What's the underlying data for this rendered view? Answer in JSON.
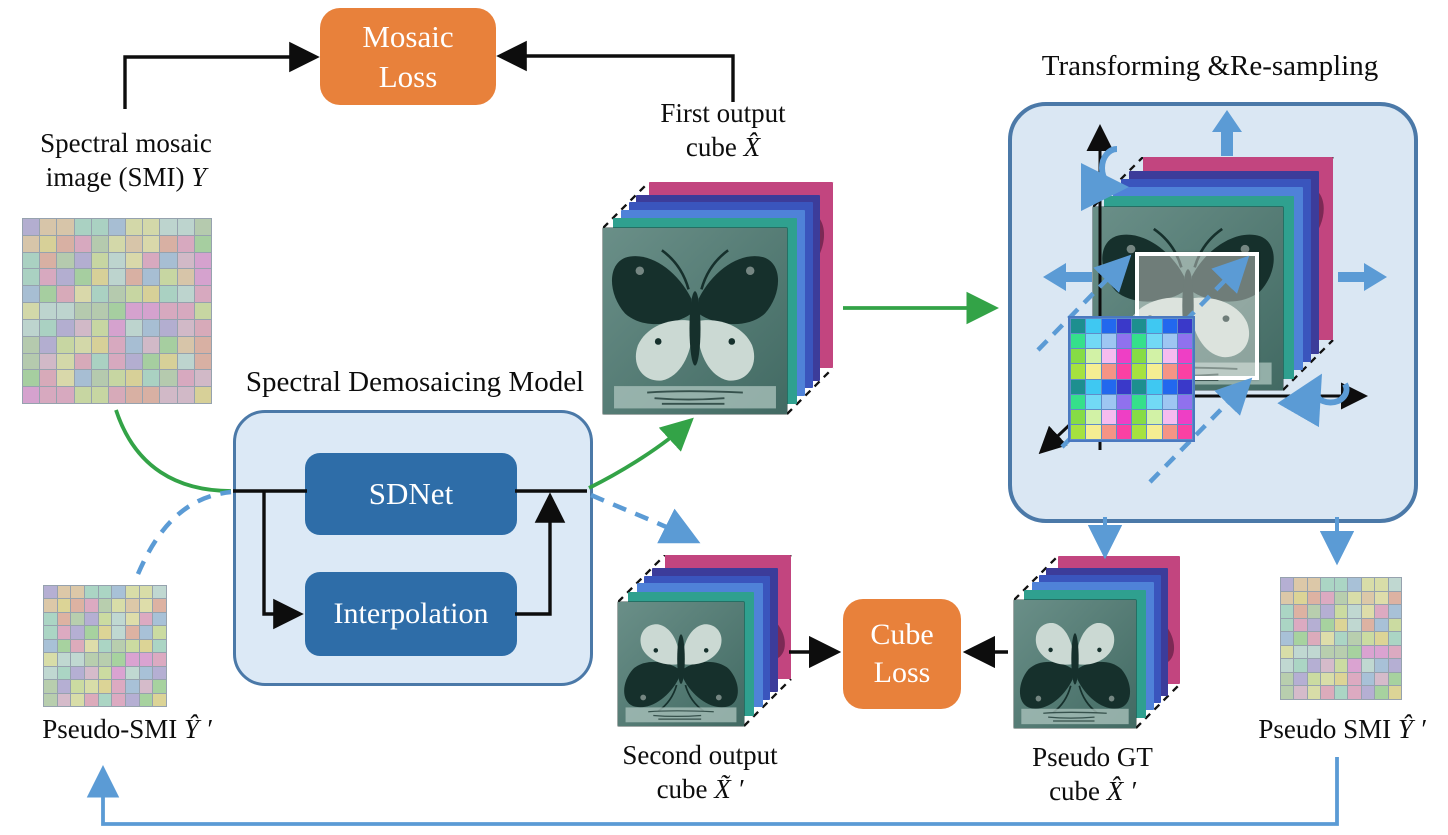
{
  "figure": {
    "labels": {
      "smi": {
        "line1": "Spectral mosaic",
        "line2": "image (SMI) ",
        "math": "Y"
      },
      "first_cube": {
        "line1": "First output",
        "line2": "cube ",
        "math": "X̂"
      },
      "second_cube": {
        "line1": "Second output",
        "line2": "cube ",
        "math": "X̃ ′"
      },
      "pseudo_gt": {
        "line1": "Pseudo GT",
        "line2": "cube ",
        "math": "X̂ ′"
      },
      "pseudo_smi_left": {
        "text": "Pseudo-SMI ",
        "math": "Ŷ ′"
      },
      "pseudo_smi_right": {
        "text": "Pseudo SMI ",
        "math": "Ŷ ′"
      },
      "model_title": "Spectral Demosaicing Model",
      "transform_title": "Transforming &Re-sampling"
    },
    "boxes": {
      "mosaic_loss": {
        "line1": "Mosaic",
        "line2": "Loss"
      },
      "cube_loss": {
        "line1": "Cube",
        "line2": "Loss"
      },
      "sdnet": "SDNet",
      "interpolation": "Interpolation"
    },
    "colors": {
      "loss_box": "#E8813B",
      "net_box": "#2E6DA8",
      "panel_fill": "#DCE9F6",
      "panel_border": "#4B79A8",
      "arrow_green": "#33A347",
      "arrow_blue": "#5B9BD5",
      "arrow_black": "#0d0d0d",
      "cube_layers_back_to_front": [
        "#C2457F",
        "#3C3C9A",
        "#3A55BD",
        "#4F82D8",
        "#2FA08F"
      ]
    },
    "palettes": {
      "bright_mosaic": [
        "#1D8F8F",
        "#3FC8F2",
        "#2268EE",
        "#3A39C9",
        "#35E08B",
        "#72D9F5",
        "#9EC6F2",
        "#9071EE",
        "#86DC45",
        "#D2F2A6",
        "#F6BCEF",
        "#EE3FC5",
        "#A6E23F",
        "#F5EE92",
        "#F59485",
        "#FA41A3"
      ],
      "pastel_mosaic": [
        "#C2DCAE",
        "#AECBE3",
        "#BFB3DE",
        "#E9C3D2",
        "#DCEC9C",
        "#ACE19A",
        "#EDEFA6",
        "#F2D4A6",
        "#F2E48E",
        "#F2AEBE",
        "#EFA3DB",
        "#CDE9DB",
        "#B2E5CB",
        "#F5EFA8",
        "#F3B79E",
        "#F2ACC6"
      ]
    }
  }
}
